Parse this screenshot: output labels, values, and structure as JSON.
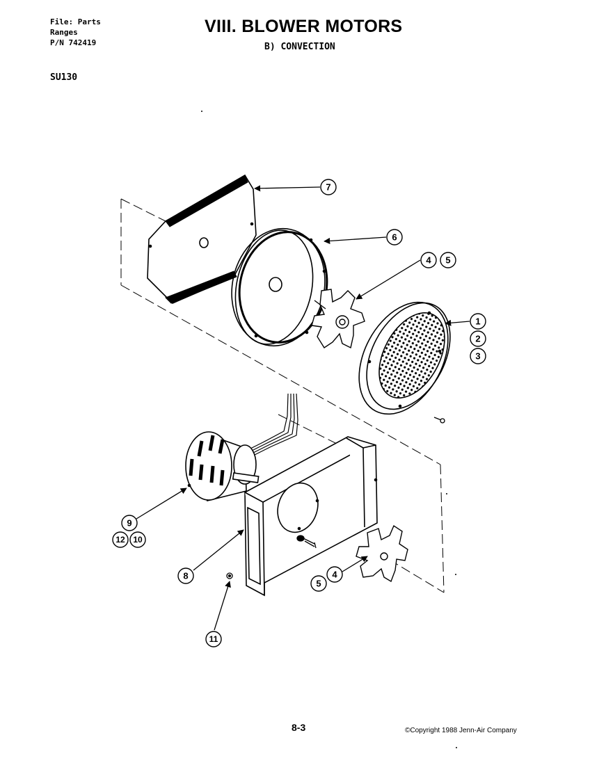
{
  "header": {
    "file_lines": [
      "File: Parts",
      "Ranges",
      "P/N 742419"
    ],
    "model": "SU130",
    "title": "VIII. BLOWER MOTORS",
    "subtitle": "B)  CONVECTION"
  },
  "callouts": [
    "7",
    "6",
    "4",
    "5",
    "1",
    "2",
    "3",
    "9",
    "12",
    "10",
    "8",
    "5",
    "4",
    "11"
  ],
  "footer": {
    "page_number": "8-3",
    "copyright": "©Copyright 1988 Jenn-Air Company"
  }
}
